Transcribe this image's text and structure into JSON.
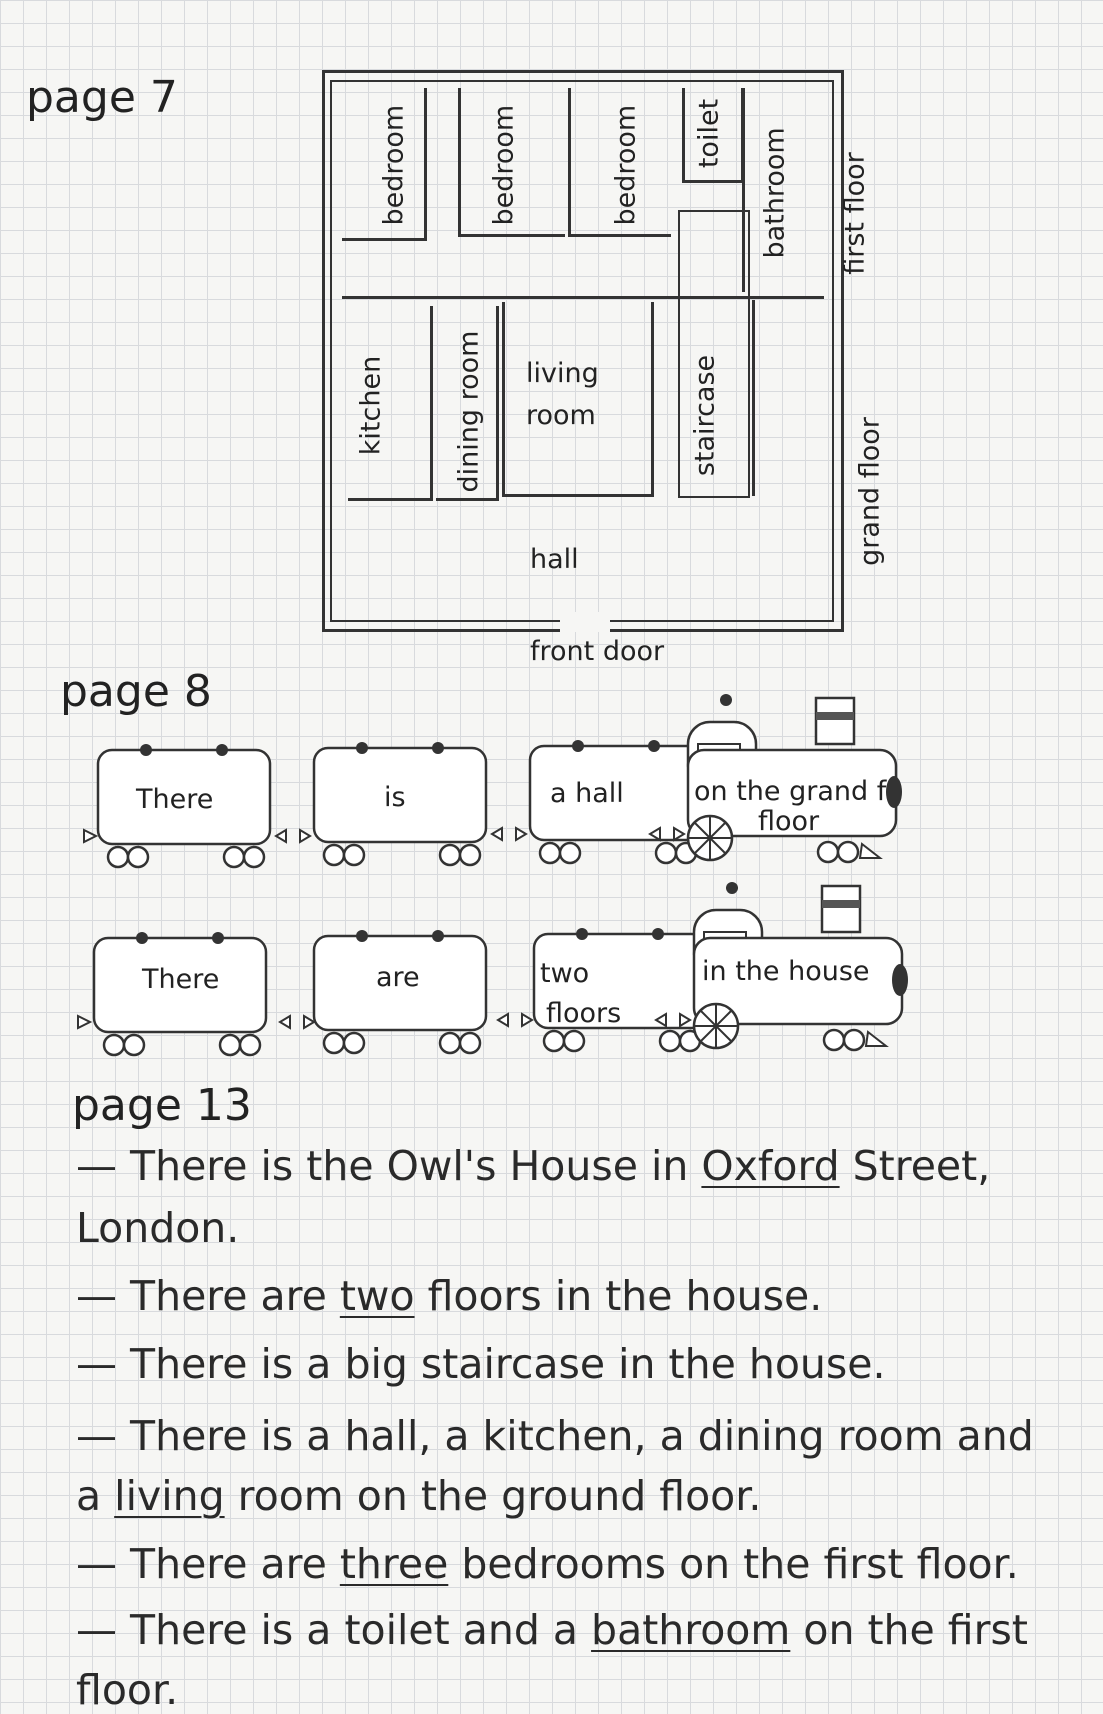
{
  "page7": {
    "label": "page 7",
    "rooms": {
      "bedroom_1": "bedroom",
      "bedroom_2": "bedroom",
      "bedroom_3": "bedroom",
      "toilet": "toilet",
      "bathroom": "bathroom",
      "first_floor": "first floor",
      "kitchen": "kitchen",
      "dining_room": "dining room",
      "living_room_line1": "living",
      "living_room_line2": "room",
      "staircase": "staircase",
      "grand_floor": "grand floor",
      "hall": "hall",
      "front_door": "front door"
    }
  },
  "page8": {
    "label": "page 8",
    "train1": [
      "There",
      "is",
      "a hall",
      "on the grand f",
      "floor"
    ],
    "train2": [
      "There",
      "are",
      "two",
      "floors",
      "in the house"
    ]
  },
  "page13": {
    "label": "page 13",
    "lines": [
      {
        "dash": "—",
        "pre": " There is the Owl's House in ",
        "u": "Oxford",
        "post": " Street,"
      },
      {
        "dash": "",
        "pre": "London.",
        "u": "",
        "post": ""
      },
      {
        "dash": "—",
        "pre": " There are ",
        "u": "two",
        "post": " floors in the house."
      },
      {
        "dash": "—",
        "pre": " There is a big staircase in the house.",
        "u": "",
        "post": ""
      },
      {
        "dash": "—",
        "pre": " There is a hall, a kitchen, a dining room and",
        "u": "",
        "post": ""
      },
      {
        "dash": "",
        "pre": "a ",
        "u": "living",
        "post": " room on the ground floor."
      },
      {
        "dash": "—",
        "pre": " There are ",
        "u": "three",
        "post": " bedrooms on the first floor."
      },
      {
        "dash": "—",
        "pre": " There is a toilet and a ",
        "u": "bathroom",
        "post": " on the first"
      },
      {
        "dash": "",
        "pre": "floor.",
        "u": "",
        "post": ""
      }
    ]
  }
}
